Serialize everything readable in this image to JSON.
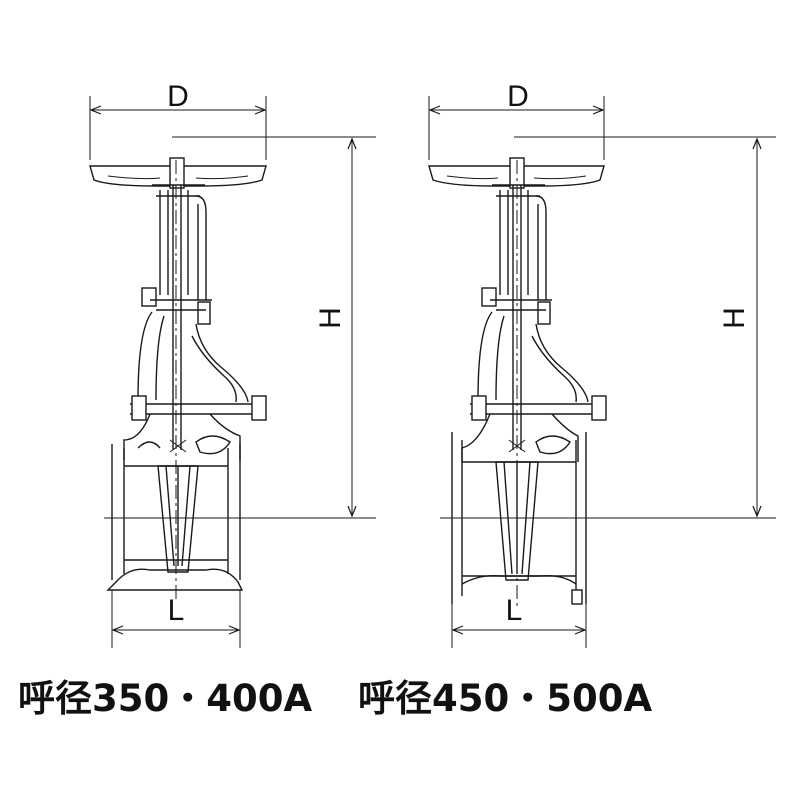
{
  "dimensions": {
    "width_label": "D",
    "height_label": "H",
    "length_label": "L"
  },
  "captions": {
    "left": "呼径350・400A",
    "right": "呼径450・500A"
  },
  "colors": {
    "line": "#1a1a1a",
    "background": "#ffffff"
  }
}
